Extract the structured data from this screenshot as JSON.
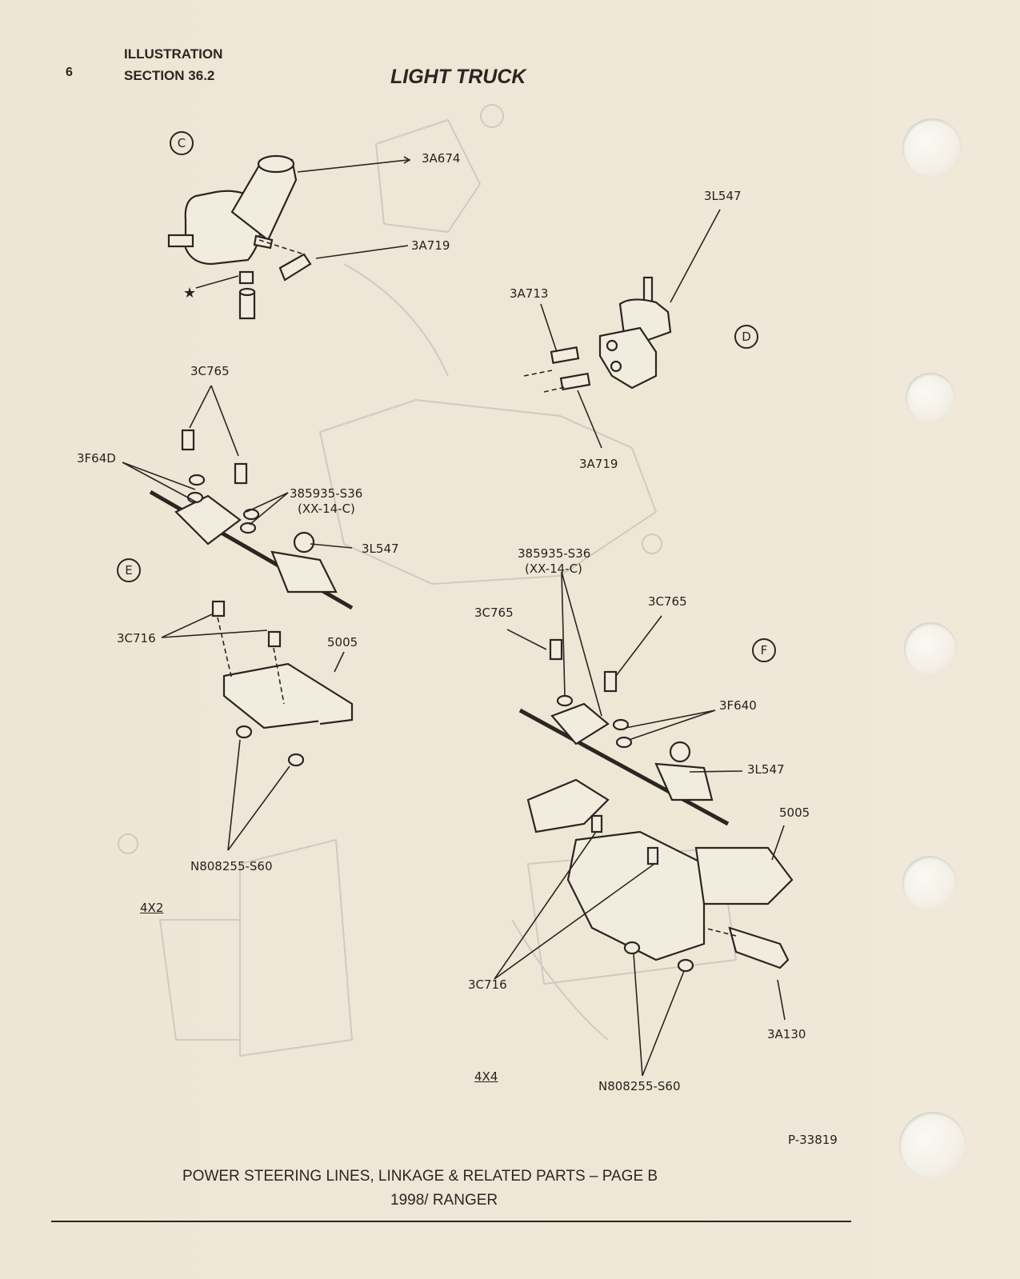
{
  "header": {
    "page_number": "6",
    "section_line1": "ILLUSTRATION",
    "section_line2": "SECTION 36.2",
    "title": "LIGHT TRUCK"
  },
  "views": {
    "c": "C",
    "d": "D",
    "e": "E",
    "f": "F"
  },
  "labels": {
    "c_3a674": "3A674",
    "c_3a719": "3A719",
    "d_3l547": "3L547",
    "d_3a713": "3A713",
    "d_3a719": "3A719",
    "e_3c765": "3C765",
    "e_3f64d": "3F64D",
    "e_385935_line1": "385935-S36",
    "e_385935_line2": "(XX-14-C)",
    "e_3l547": "3L547",
    "e_3c716": "3C716",
    "e_5005": "5005",
    "e_n808255": "N808255-S60",
    "e_variant": "4X2",
    "f_385935_line1": "385935-S36",
    "f_385935_line2": "(XX-14-C)",
    "f_3c765_left": "3C765",
    "f_3c765_right": "3C765",
    "f_3f640": "3F640",
    "f_3l547": "3L547",
    "f_5005": "5005",
    "f_3c716": "3C716",
    "f_3a130": "3A130",
    "f_n808255": "N808255-S60",
    "f_variant": "4X4"
  },
  "figure_id": "P-33819",
  "footer": {
    "line1": "POWER STEERING LINES, LINKAGE & RELATED PARTS – PAGE B",
    "line2": "1998/ RANGER"
  },
  "colors": {
    "paper": "#ece4d3",
    "ink": "#2a2622",
    "bleed_through": "#c9c7c6"
  }
}
